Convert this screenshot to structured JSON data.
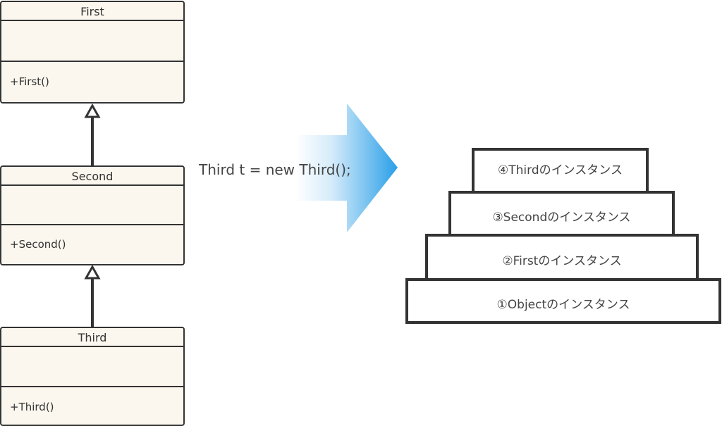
{
  "classes": {
    "first": {
      "name": "First",
      "operation": "+First()"
    },
    "second": {
      "name": "Second",
      "operation": "+Second()"
    },
    "third": {
      "name": "Third",
      "operation": "+Third()"
    }
  },
  "code": "Third t = new Third();",
  "stack": {
    "level1": "①Objectのインスタンス",
    "level2": "②Firstのインスタンス",
    "level3": "③Secondのインスタンス",
    "level4": "④Thirdのインスタンス"
  },
  "colors": {
    "class_fill": "#fbf7ee",
    "outline": "#333333",
    "arrow_gradient_start": "#ffffff",
    "arrow_gradient_end": "#2a9fe8"
  }
}
